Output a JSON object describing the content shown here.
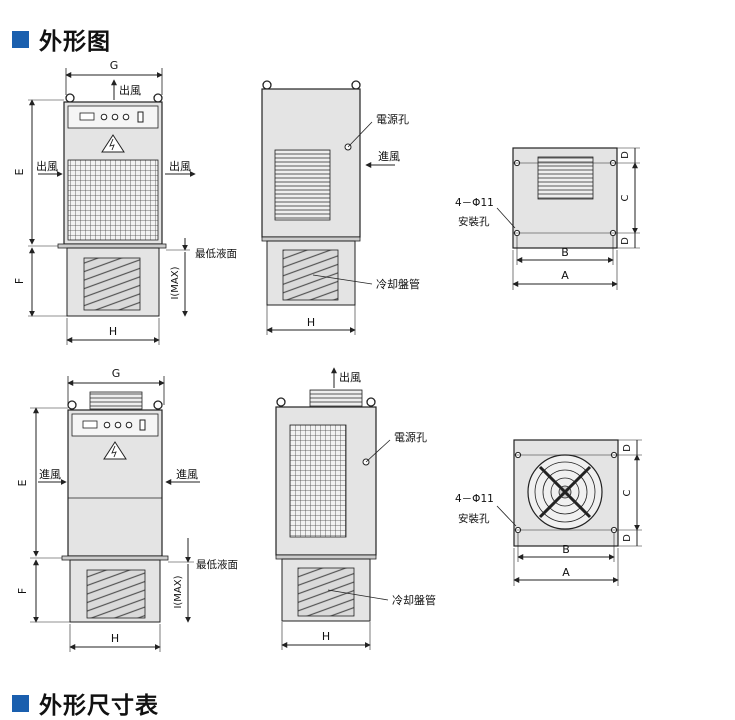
{
  "sections": {
    "outline_title": "外形图",
    "table_title": "外形尺寸表"
  },
  "colors": {
    "accent": "#1a5fae",
    "panel": "#e2e2e2",
    "line": "#222222"
  },
  "labels": {
    "outlet": "出風",
    "inlet": "進風",
    "power_hole": "電源孔",
    "cooling_coil": "冷却盤管",
    "min_level": "最低液面",
    "mounting_holes": "4－Φ11",
    "mounting_label": "安裝孔",
    "dim_a": "A",
    "dim_b": "B",
    "dim_c": "C",
    "dim_d": "D",
    "dim_e": "E",
    "dim_f": "F",
    "dim_g": "G",
    "dim_h": "H",
    "dim_i": "I(MAX)"
  }
}
